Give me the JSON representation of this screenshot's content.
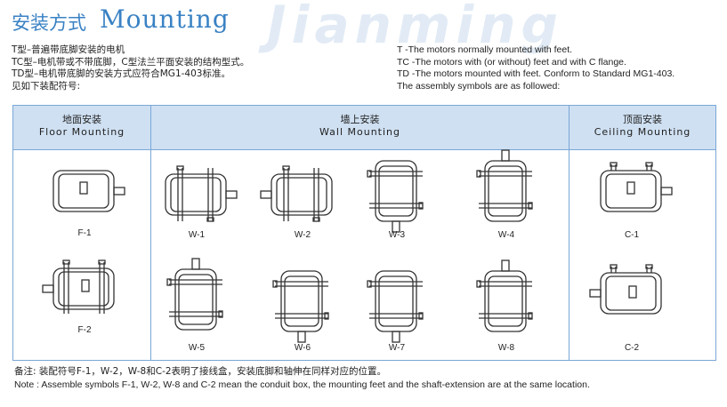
{
  "title": {
    "cn": "安装方式",
    "en": "Mounting"
  },
  "watermark": "Jianming",
  "intro_cn": [
    "T型–普遍带底脚安装的电机",
    "TC型–电机带或不带底脚，C型法兰平面安装的结构型式。",
    "TD型–电机带底脚的安装方式应符合MG1-403标准。",
    "见如下装配符号:"
  ],
  "intro_en": [
    "T -The motors normally mounted with feet.",
    "TC -The motors with (or without) feet and with C flange.",
    "TD -The motors mounted with feet. Conform to Standard MG1-403.",
    "The assembly symbols are as followed:"
  ],
  "sections": {
    "floor": {
      "cn": "地面安装",
      "en": "Floor Mounting"
    },
    "wall": {
      "cn": "墙上安装",
      "en": "Wall Mounting"
    },
    "ceiling": {
      "cn": "顶面安装",
      "en": "Ceiling Mounting"
    }
  },
  "labels": {
    "F1": "F-1",
    "F2": "F-2",
    "W1": "W-1",
    "W2": "W-2",
    "W3": "W-3",
    "W4": "W-4",
    "W5": "W-5",
    "W6": "W-6",
    "W7": "W-7",
    "W8": "W-8",
    "C1": "C-1",
    "C2": "C-2"
  },
  "note": {
    "cn": "备注: 装配符号F-1，W-2，W-8和C-2表明了接线盒，安装底脚和轴伸在同样对应的位置。",
    "en": "Note : Assemble symbols F-1, W-2, W-8 and C-2 mean the conduit box, the mounting feet and the shaft-extension are at the same location."
  },
  "colors": {
    "accent": "#3a82c4",
    "header_bg": "#cfe0f2",
    "border": "#7aa7d6"
  }
}
